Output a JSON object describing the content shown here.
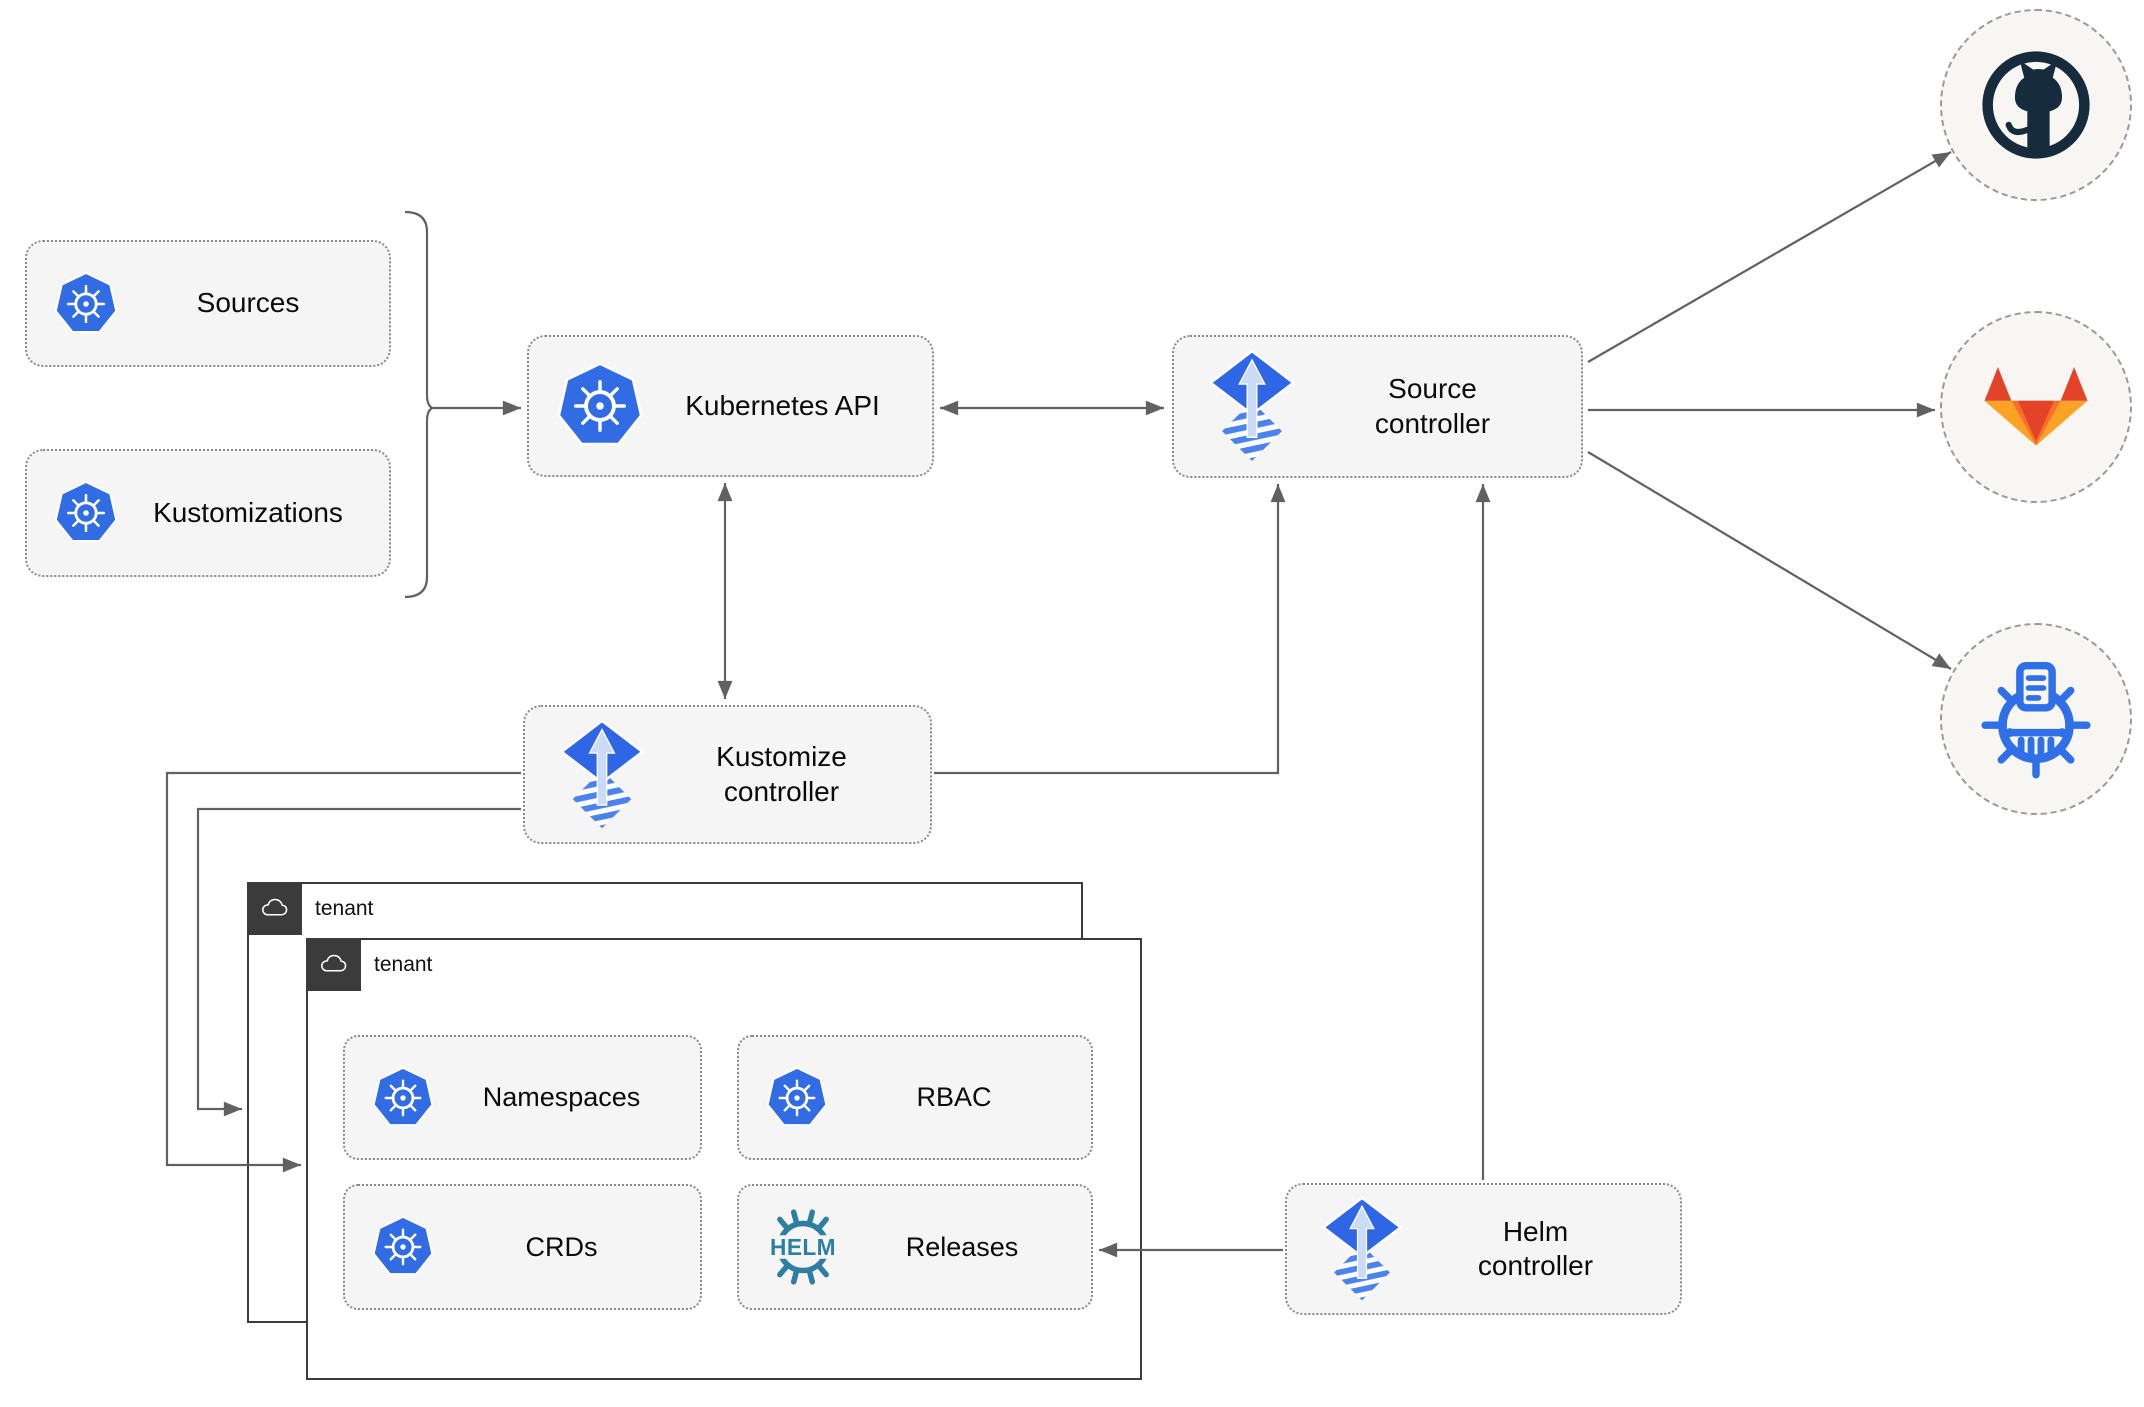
{
  "nodes": {
    "sources": {
      "label": "Sources"
    },
    "kustomizations": {
      "label": "Kustomizations"
    },
    "kubernetes_api": {
      "label": "Kubernetes API"
    },
    "source_controller": {
      "line1": "Source",
      "line2": "controller"
    },
    "kustomize_controller": {
      "line1": "Kustomize",
      "line2": "controller"
    },
    "helm_controller": {
      "line1": "Helm",
      "line2": "controller"
    },
    "namespaces": {
      "label": "Namespaces"
    },
    "rbac": {
      "label": "RBAC"
    },
    "crds": {
      "label": "CRDs"
    },
    "releases": {
      "label": "Releases"
    }
  },
  "tenants": [
    {
      "label": "tenant"
    },
    {
      "label": "tenant"
    }
  ],
  "helm_logo": {
    "text": "HELM"
  },
  "icons": {
    "kubernetes": "kubernetes-logo",
    "flux": "flux-logo",
    "helm": "helm-wheel-logo",
    "cloud": "cloud-icon",
    "github": "github-logo",
    "gitlab": "gitlab-logo",
    "storage": "storage-crawler-logo"
  },
  "colors": {
    "k8s_blue": "#326CE5",
    "flux_blue": "#2F66E5",
    "flux_stripe": "#4B82EE",
    "flux_arrow": "#CCDCF7",
    "helm_teal": "#2E7EA1",
    "github_dark": "#162B3C",
    "gitlab_red": "#E24329",
    "gitlab_orange": "#FC6D26",
    "gitlab_yellow": "#FCA326",
    "storage_blue": "#2F6FE8",
    "arrow_gray": "#616161",
    "node_fill": "#F5F5F5",
    "node_border": "#8A8A8A",
    "tenant_dark": "#3B3B3B",
    "circle_fill": "#F7F6F3",
    "circle_border": "#9A9A9A"
  }
}
